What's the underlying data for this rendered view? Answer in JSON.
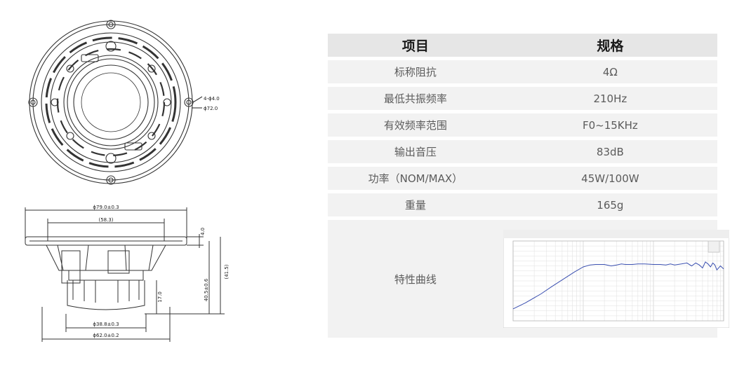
{
  "front_view": {
    "callout_holes": "4-ϕ4.0",
    "callout_circle": "ϕ72.0"
  },
  "side_view": {
    "dim_outer": "ϕ79.0±0.3",
    "dim_cone": "(58.3)",
    "dim_flange": "4.0",
    "dim_depth": "40.5±0.6",
    "dim_total": "(41.5)",
    "dim_magnet_h": "17.0",
    "dim_magnet_d": "ϕ38.8±0.3",
    "dim_basket": "ϕ62.0±0.2"
  },
  "spec_table": {
    "header": {
      "item": "项目",
      "spec": "规格"
    },
    "rows": [
      {
        "item": "标称阻抗",
        "value": "4Ω"
      },
      {
        "item": "最低共振频率",
        "value": "210Hz"
      },
      {
        "item": "有效频率范围",
        "value": "F0~15KHz"
      },
      {
        "item": "输出音压",
        "value": "83dB"
      },
      {
        "item": "功率（NOM/MAX）",
        "value": "45W/100W"
      },
      {
        "item": "重量",
        "value": "165g"
      }
    ],
    "curve_label": "特性曲线"
  },
  "colors": {
    "header_bg": "#e6e6e6",
    "row_bg": "#f2f2f2",
    "curve_line": "#3a4fb0"
  },
  "chart_data": {
    "type": "line",
    "xscale": "log",
    "xlim": [
      20,
      20000
    ],
    "ylim": [
      30,
      110
    ],
    "grid": true,
    "series": [
      {
        "x": [
          20,
          30,
          50,
          70,
          100,
          150,
          200,
          250,
          300,
          400,
          500,
          600,
          700,
          800,
          1000,
          1200,
          1500,
          2000,
          2500,
          3000,
          3500,
          4000,
          5000,
          6000,
          7000,
          8000,
          9000,
          10000,
          11000,
          12000,
          13000,
          14000,
          15000,
          16000,
          18000,
          20000
        ],
        "y": [
          42,
          48,
          57,
          64,
          71,
          79,
          84,
          86,
          86.5,
          86.5,
          85,
          86,
          87,
          86.5,
          86.5,
          87,
          87,
          86.5,
          86.5,
          86,
          87,
          86,
          87,
          88,
          85,
          88,
          86,
          83,
          89,
          87,
          84,
          88,
          86,
          81,
          85,
          82
        ]
      }
    ]
  }
}
